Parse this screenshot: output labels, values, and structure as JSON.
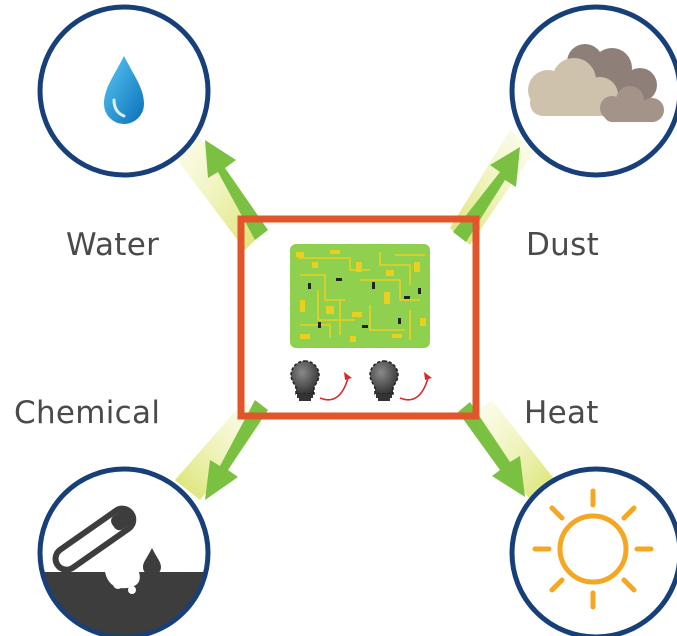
{
  "labels": {
    "water": "Water",
    "dust": "Dust",
    "chemical": "Chemical",
    "heat": "Heat"
  },
  "colors": {
    "circle_border": "#173f7a",
    "frame": "#e0552a",
    "arrow_green": "#7ac142",
    "beam_yellow": "#e5ea8a",
    "water_drop": "#1a8fd0",
    "dust_cloud_light": "#cfc2ad",
    "dust_cloud_dark": "#8e7f78",
    "chemical_dark": "#3d3d3d",
    "sun": "#f5a623",
    "pcb_green": "#8fd14f",
    "pcb_trace": "#e9d020",
    "rotate_arrow": "#d62b2b"
  },
  "icons": {
    "water": "water-drop-icon",
    "dust": "dust-cloud-icon",
    "chemical": "chemical-pour-icon",
    "heat": "sun-icon",
    "component": "circuit-board-icon",
    "bulb": "light-bulb-icon"
  }
}
